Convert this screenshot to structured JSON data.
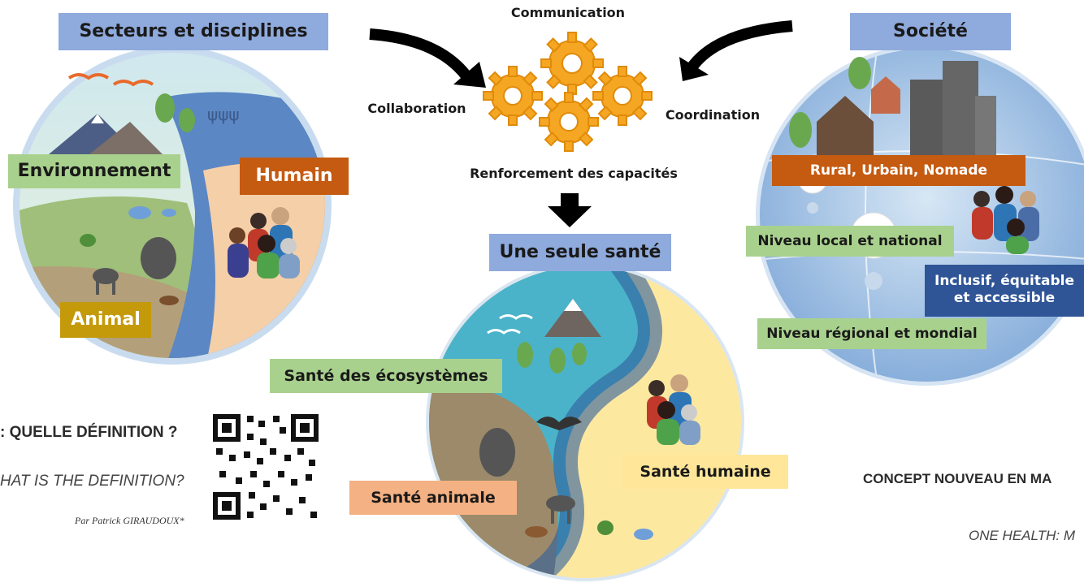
{
  "left_panel": {
    "header": "Secteurs et disciplines",
    "environment": "Environnement",
    "human": "Humain",
    "animal": "Animal"
  },
  "center": {
    "communication": "Communication",
    "collaboration": "Collaboration",
    "coordination": "Coordination",
    "capacity": "Renforcement des capacités",
    "one_health": "Une seule santé",
    "ecosystems": "Santé des écosystèmes",
    "human_health": "Santé humaine",
    "animal_health": "Santé animale"
  },
  "right_panel": {
    "header": "Société",
    "rural": "Rural, Urbain, Nomade",
    "local": "Niveau local et national",
    "inclusive_1": "Inclusif, équitable",
    "inclusive_2": "et accessible",
    "regional": "Niveau régional et mondial"
  },
  "article_left": {
    "title": ": QUELLE DÉFINITION ?",
    "subtitle": "HAT IS THE DEFINITION?",
    "author": "Par Patrick GIRAUDOUX*"
  },
  "article_right": {
    "title": "CONCEPT NOUVEAU EN MA",
    "subtitle": "ONE HEALTH: M"
  },
  "colors": {
    "header_blue": "#8faadc",
    "label_green": "#a9d18e",
    "label_orange": "#c55a11",
    "label_gold": "#c49a0a",
    "label_navy": "#2f5597",
    "label_peach": "#f4b183",
    "label_yellow": "#ffe699",
    "gear": "#f5a623"
  }
}
